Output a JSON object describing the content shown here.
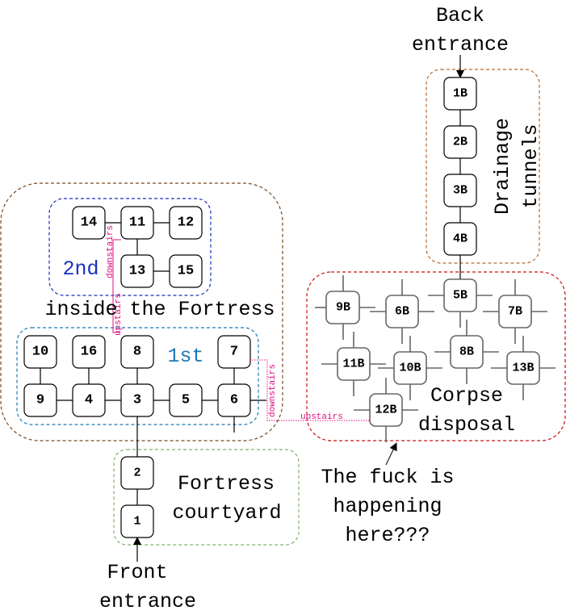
{
  "colors": {
    "fortress_border": "#7a4a1e",
    "floor2_border": "#1a2fbf",
    "floor1_border": "#1f78b4",
    "courtyard_border": "#82b366",
    "drainage_border": "#b8692e",
    "corpse_border": "#cc1010",
    "stairs_link": "#e0107f",
    "floor2_label": "#1a2fbf",
    "floor1_label": "#1f78b4"
  },
  "labels": {
    "back_entrance_line1": "Back",
    "back_entrance_line2": "entrance",
    "front_entrance_line1": "Front",
    "front_entrance_line2": "entrance",
    "drainage_line1": "Drainage",
    "drainage_line2": "tunnels",
    "inside_fortress": "inside the Fortress",
    "floor2": "2nd",
    "floor1": "1st",
    "courtyard_line1": "Fortress",
    "courtyard_line2": "courtyard",
    "corpse_line1": "Corpse",
    "corpse_line2": "disposal",
    "question_line1": "The fuck is",
    "question_line2": "happening",
    "question_line3": "here???",
    "stairs_downstairs_2nd": "downstairs",
    "stairs_upstairs_1st": "upstairs",
    "stairs_downstairs_1st": "downstairs",
    "stairs_upstairs_corpse": "upstairs"
  },
  "nodes": {
    "n14": "14",
    "n11": "11",
    "n12": "12",
    "n13": "13",
    "n15": "15",
    "n10": "10",
    "n16": "16",
    "n8": "8",
    "n7": "7",
    "n9": "9",
    "n4": "4",
    "n3": "3",
    "n5": "5",
    "n6": "6",
    "n2": "2",
    "n1": "1",
    "b1": "1B",
    "b2": "2B",
    "b3": "3B",
    "b4": "4B",
    "b5": "5B",
    "b6": "6B",
    "b7": "7B",
    "b8": "8B",
    "b9": "9B",
    "b10": "10B",
    "b11": "11B",
    "b12": "12B",
    "b13": "13B"
  }
}
